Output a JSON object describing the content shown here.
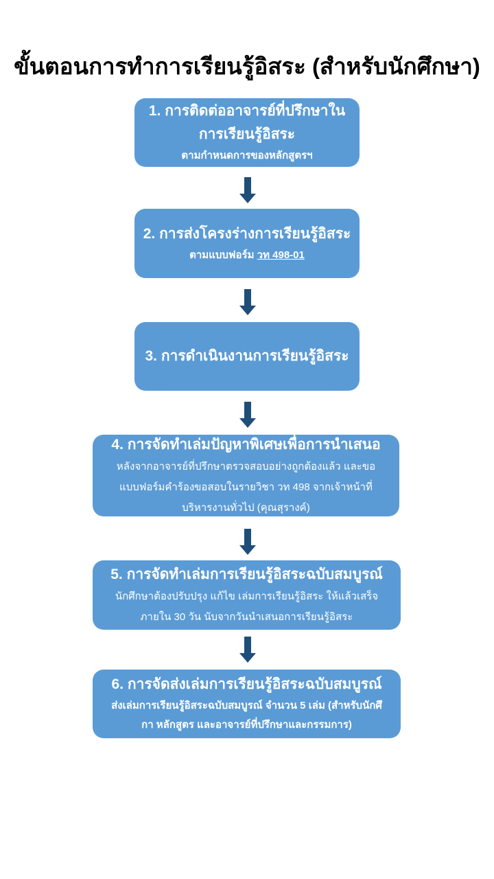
{
  "title": "ขั้นตอนการทำการเรียนรู้อิสระ (สำหรับนักศึกษา)",
  "colors": {
    "box": "#5b9bd5",
    "arrow": "#1f4e79",
    "text": "#ffffff"
  },
  "steps": [
    {
      "heading_line1": "1. การติดต่ออาจารย์ที่ปรึกษาใน",
      "heading_line2": "การเรียนรู้อิสระ",
      "detail": "ตามกำหนดการของหลักสูตรฯ"
    },
    {
      "heading": "2. การส่งโครงร่างการเรียนรู้อิสระ",
      "detail_prefix": "ตามแบบฟอร์ม",
      "detail_link": "วท 498-01"
    },
    {
      "heading": "3. การดำเนินงานการเรียนรู้อิสระ"
    },
    {
      "heading": "4. การจัดทำเล่มปัญหาพิเศษเพื่อการนำเสนอ",
      "detail_lines": [
        "หลังจากอาจารย์ที่ปรึกษาตรวจสอบอย่างถูกต้องแล้ว และขอ",
        "แบบฟอร์มคำร้องขอสอบในรายวิชา วท 498 จากเจ้าหน้าที่",
        "บริหารงานทั่วไป (คุณสุรางค์)"
      ]
    },
    {
      "heading": "5. การจัดทำเล่มการเรียนรู้อิสระฉบับสมบูรณ์",
      "detail_lines": [
        "นักศึกษาต้องปรับปรุง แก้ไข เล่มการเรียนรู้อิสระ ให้แล้วเสร็จ",
        "ภายใน 30 วัน นับจากวันนำเสนอการเรียนรู้อิสระ"
      ]
    },
    {
      "heading": "6. การจัดส่งเล่มการเรียนรู้อิสระฉบับสมบูรณ์",
      "detail_lines": [
        "ส่งเล่มการเรียนรู้อิสระฉบับสมบูรณ์ จำนวน 5 เล่ม (สำหรับนักศึ",
        "กา หลักสูตร และอาจารย์ที่ปรึกษาและกรรมการ)"
      ]
    }
  ]
}
